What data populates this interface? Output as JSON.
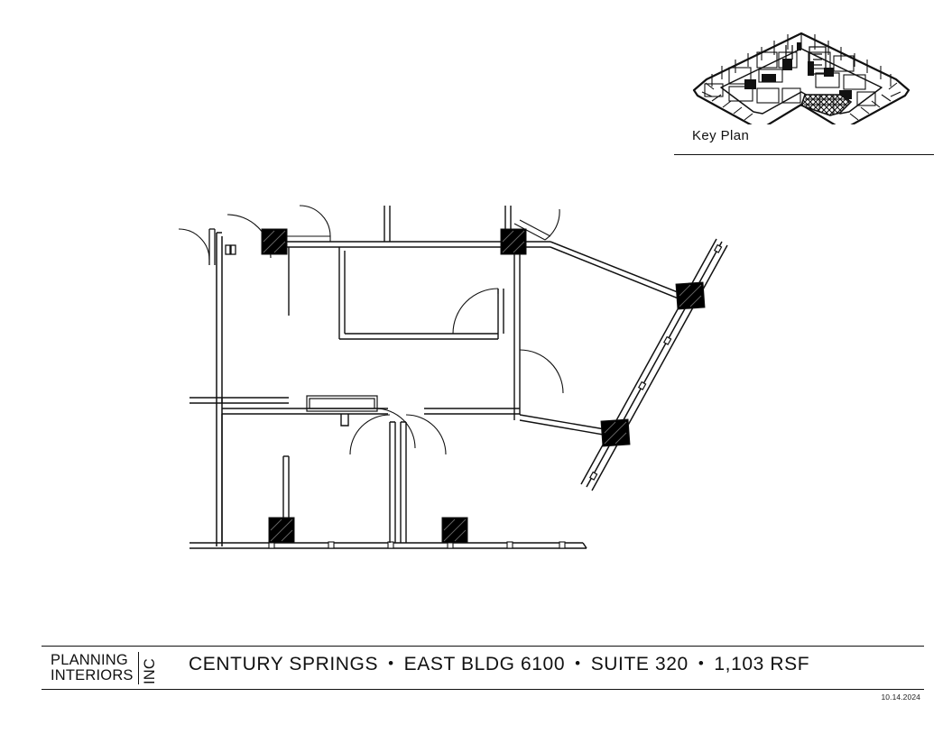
{
  "sheet": {
    "background_color": "#ffffff",
    "line_color": "#111111"
  },
  "key_plan": {
    "caption": "Key Plan",
    "highlight_fill": "hatch",
    "description": "Chevron-shaped building floor footprint with the subject suite cross-hatched at the lower right of the inner angle"
  },
  "floor_plan": {
    "title": "Suite 320 partial floor plan",
    "column_fill": "#000000",
    "wall_color": "#111111"
  },
  "title_block": {
    "logo": {
      "line1": "PLANNING",
      "line2": "INTERIORS",
      "suffix": "INC"
    },
    "project": "CENTURY SPRINGS",
    "building": "EAST BLDG 6100",
    "suite": "SUITE 320",
    "area": "1,103 RSF",
    "separator": "•",
    "date": "10.14.2024"
  }
}
